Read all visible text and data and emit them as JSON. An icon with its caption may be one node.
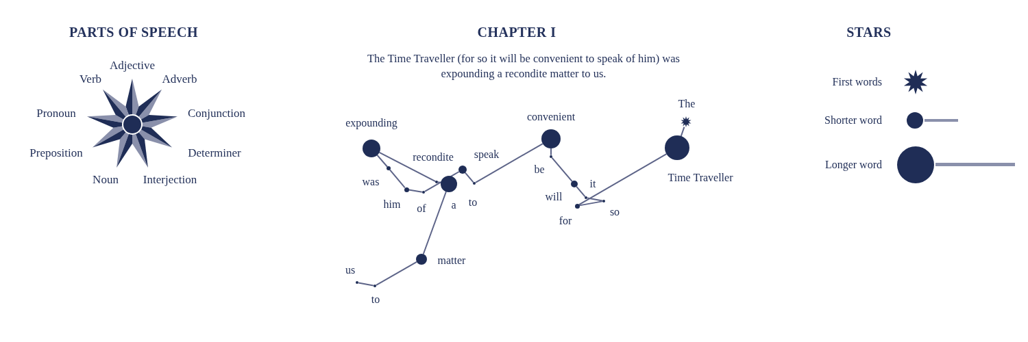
{
  "diagram": {
    "nodes": [
      {
        "text": [],
        "shape": "star",
        "beside": [
          "The"
        ]
      },
      {
        "text": [],
        "shape": "circle",
        "beside": [
          "Time Traveller"
        ]
      },
      {
        "text": [],
        "shape": "circle",
        "beside": [
          "for"
        ]
      },
      {
        "text": [],
        "shape": "circle",
        "beside": [
          "so"
        ]
      },
      {
        "text": [],
        "shape": "circle",
        "beside": [
          "it"
        ]
      },
      {
        "text": [],
        "shape": "circle",
        "beside": [
          "will"
        ]
      },
      {
        "text": [],
        "shape": "circle",
        "beside": [
          "be"
        ]
      },
      {
        "text": [],
        "shape": "circle",
        "beside": [
          "convenient"
        ]
      },
      {
        "text": [],
        "shape": "circle",
        "beside": [
          "to"
        ]
      },
      {
        "text": [],
        "shape": "circle",
        "beside": [
          "speak"
        ]
      },
      {
        "text": [],
        "shape": "circle",
        "beside": [
          "of"
        ]
      },
      {
        "text": [],
        "shape": "circle",
        "beside": [
          "him"
        ]
      },
      {
        "text": [],
        "shape": "circle",
        "beside": [
          "was"
        ]
      },
      {
        "text": [],
        "shape": "circle",
        "beside": [
          "expounding"
        ]
      },
      {
        "text": [],
        "shape": "circle"
      },
      {
        "text": [],
        "shape": "circle"
      },
      {
        "text": [],
        "shape": "circle",
        "beside": [
          "matter"
        ]
      },
      {
        "text": [],
        "shape": "circle",
        "beside": [
          "to"
        ]
      },
      {
        "text": [],
        "shape": "circle",
        "beside": [
          "us"
        ]
      }
    ],
    "edges": [
      {
        "from": 0,
        "to": 1,
        "arrow": "none"
      },
      {
        "from": 1,
        "to": 2,
        "arrow": "none"
      },
      {
        "from": 2,
        "to": 3,
        "arrow": "none"
      },
      {
        "from": 3,
        "to": 4,
        "arrow": "none"
      },
      {
        "from": 4,
        "to": 5,
        "arrow": "none"
      },
      {
        "from": 5,
        "to": 6,
        "arrow": "none"
      },
      {
        "from": 6,
        "to": 7,
        "arrow": "none"
      },
      {
        "from": 7,
        "to": 8,
        "arrow": "none"
      },
      {
        "from": 8,
        "to": 9,
        "arrow": "none"
      },
      {
        "from": 9,
        "to": 10,
        "arrow": "none"
      },
      {
        "from": 10,
        "to": 11,
        "arrow": "none"
      },
      {
        "from": 11,
        "to": 12,
        "arrow": "none"
      },
      {
        "from": 12,
        "to": 13,
        "arrow": "none"
      },
      {
        "from": 13,
        "to": 14,
        "arrow": "none"
      },
      {
        "from": 14,
        "to": 15,
        "arrow": "none"
      },
      {
        "from": 15,
        "to": 16,
        "arrow": "none"
      },
      {
        "from": 16,
        "to": 17,
        "arrow": "none"
      },
      {
        "from": 17,
        "to": 18,
        "arrow": "none"
      }
    ],
    "labels": [
      "PARTS OF SPEECH",
      "Adjective",
      "Verb",
      "Adverb",
      "Pronoun",
      "Conjunction",
      "Preposition",
      "Determiner",
      "Noun",
      "Interjection",
      "CHAPTER I",
      "The Time Traveller (for so it will be convenient to speak of him) was expounding a recondite matter to us.",
      "recondite",
      "a",
      "STARS"
    ],
    "legend": [
      {
        "text": "First words"
      },
      {
        "text": "Shorter word"
      },
      {
        "text": "Longer word"
      }
    ]
  }
}
